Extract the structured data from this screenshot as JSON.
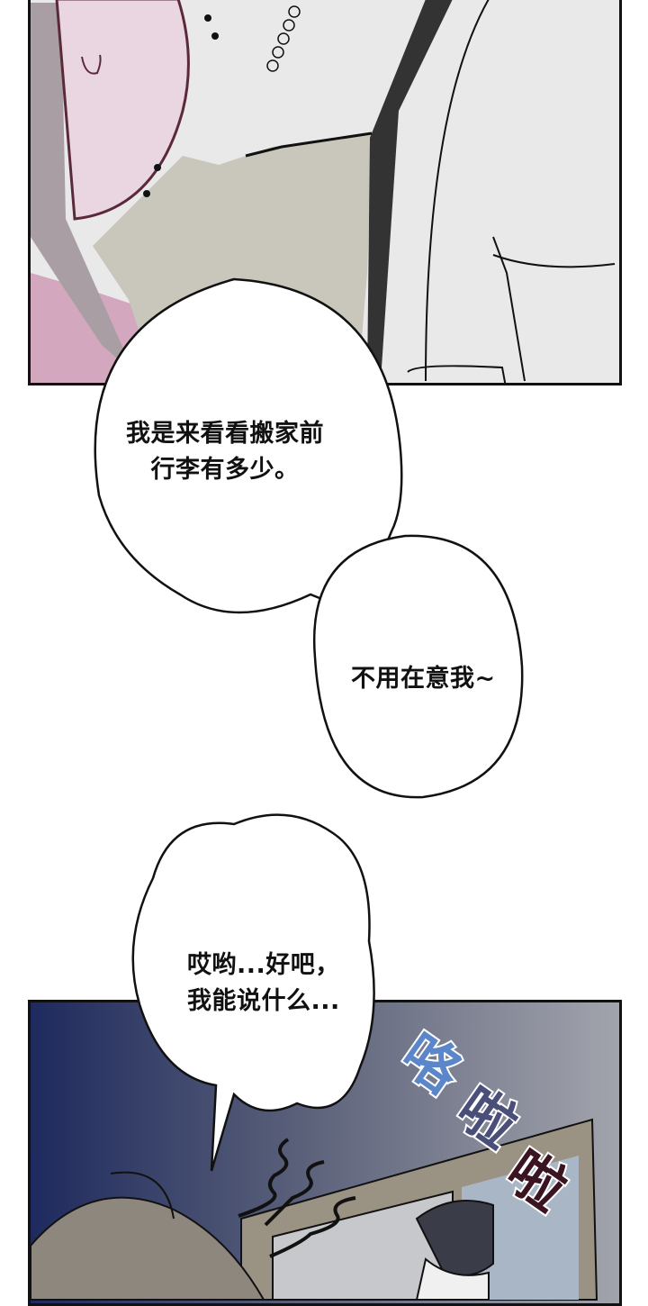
{
  "comic": {
    "panels": [
      {
        "id": "panel-1",
        "description": "close-up of girl with pink hair and man in white shirt"
      },
      {
        "id": "panel-2",
        "description": "dark room, brown-haired girl, man by window"
      }
    ],
    "bubbles": [
      {
        "id": "bubble-1",
        "text": "我是来看看搬家前\n行李有多少。"
      },
      {
        "id": "bubble-2",
        "text": "不用在意我~"
      },
      {
        "id": "bubble-3",
        "text": "哎哟...好吧，\n我能说什么..."
      }
    ],
    "sfx": {
      "text": "咯啦啦",
      "chars": [
        "咯",
        "啦",
        "啦"
      ]
    },
    "colors": {
      "panel_border": "#111111",
      "pink_bg": "#d3a7bd",
      "face": "#ead6e0",
      "hair_outline": "#5a2a3a",
      "textured_bg": "#c9c6bb",
      "shirt": "#e9e9e9",
      "night_wall": "#2a3464",
      "room_wall": "#8c8f9e",
      "sfx_top": "#5b86c9",
      "sfx_bottom": "#3a1420"
    }
  }
}
